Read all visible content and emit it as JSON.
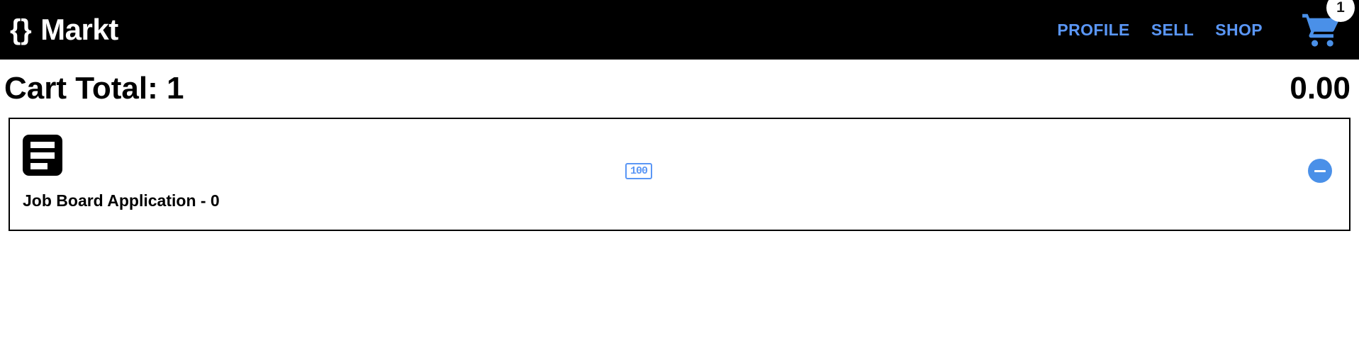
{
  "header": {
    "brand_braces": "{}",
    "brand_name": "Markt",
    "nav": [
      {
        "label": "PROFILE",
        "name": "nav-link-profile"
      },
      {
        "label": "SELL",
        "name": "nav-link-sell"
      },
      {
        "label": "SHOP",
        "name": "nav-link-shop"
      }
    ],
    "cart_icon": "shopping-cart-icon",
    "cart_badge_count": "1",
    "link_color": "#5a96f5",
    "background_color": "#000000"
  },
  "summary": {
    "total_label": "Cart Total: 1",
    "total_amount": "0.00"
  },
  "cart_items": [
    {
      "icon": "document-lines-icon",
      "title": "Job Board Application - 0",
      "quantity_chip": "100",
      "remove_label": "−",
      "accent_color": "#4a90e8"
    }
  ]
}
